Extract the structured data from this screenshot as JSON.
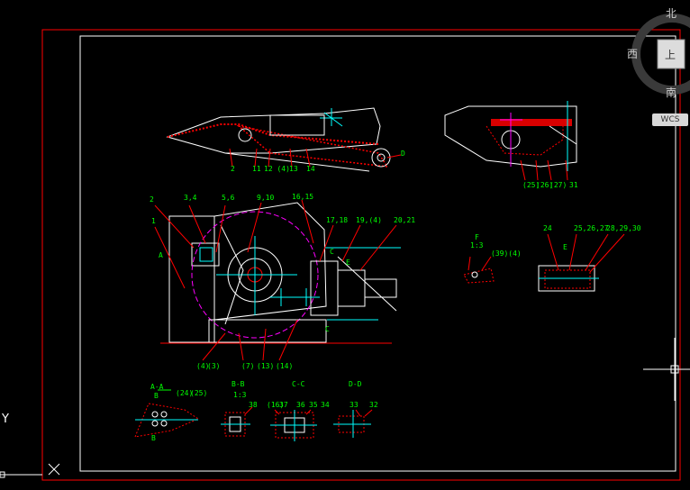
{
  "viewcube": {
    "north": "北",
    "west": "西",
    "top": "上",
    "south": "南",
    "wcs": "WCS"
  },
  "ucs": {
    "y_axis": "Y"
  },
  "drawing": {
    "labels_top_left": [
      "2",
      "11",
      "12 (4)",
      "13",
      "14",
      "D"
    ],
    "labels_top_right": [
      "(25)",
      "(26)",
      "(27)",
      "31"
    ],
    "labels_main": [
      "2",
      "3,4",
      "5,6",
      "9,10",
      "16,15",
      "1",
      "17,18",
      "19,(4)",
      "20,21",
      "A",
      "C",
      "E",
      "C",
      "(4)",
      "(3)",
      "(7)",
      "(13)",
      "(14)"
    ],
    "section_F": {
      "title": "F",
      "scale": "1:3",
      "label": "(39)(4)"
    },
    "labels_right_detail": [
      "24",
      "25,26,27",
      "28,29,30",
      "E"
    ],
    "section_AA": {
      "title": "A-A",
      "labels": [
        "B",
        "(24)",
        "(25)",
        "B"
      ]
    },
    "section_BB": {
      "title": "B-B",
      "scale": "1:3",
      "label": "38"
    },
    "section_CC": {
      "title": "C-C",
      "labels": [
        "(16)",
        "37",
        "36",
        "35",
        "34"
      ]
    },
    "section_DD": {
      "title": "D-D",
      "labels": [
        "33",
        "32"
      ]
    }
  },
  "colors": {
    "background": "#000000",
    "border_red": "#ff0000",
    "frame_white": "#ffffff",
    "dim_green": "#00ff00",
    "cyan": "#00ffff",
    "magenta": "#ff00ff"
  }
}
